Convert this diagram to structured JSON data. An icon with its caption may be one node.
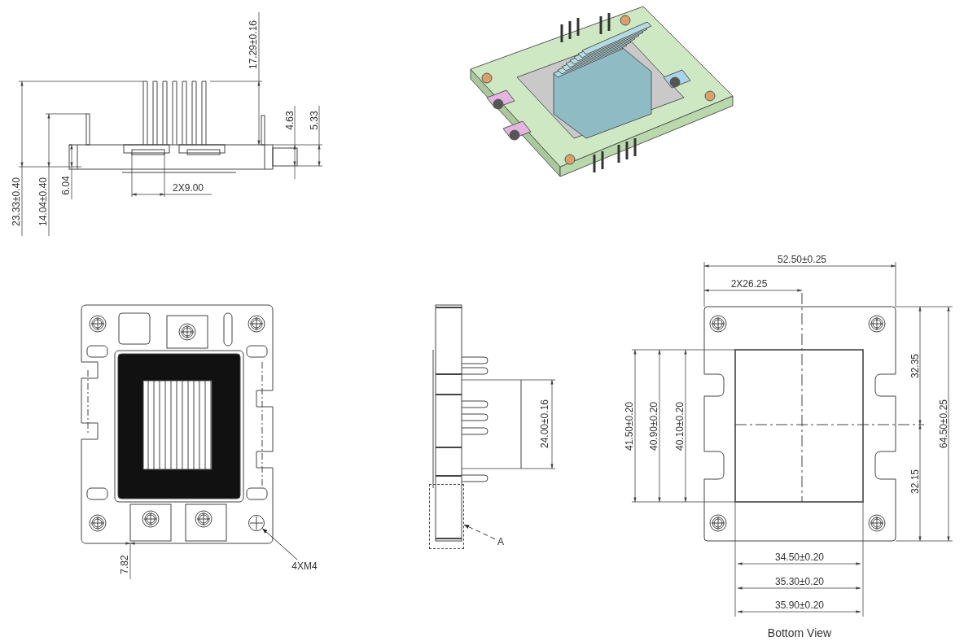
{
  "diagram": {
    "nodes": [
      {
        "text": [
          "4XM4"
        ]
      },
      {
        "text": [],
        "shape": "circle"
      },
      {
        "text": [
          "A"
        ]
      },
      {
        "text": [],
        "shape": "box"
      }
    ],
    "edges": [
      {
        "from": 0,
        "to": 1,
        "arrow": "to"
      },
      {
        "from": 2,
        "to": 3,
        "arrow": "to",
        "style": "dashed"
      }
    ],
    "labels": [
      "17.29±0.16",
      "4.63",
      "5.33",
      "23.33±0.40",
      "14.04±0.40",
      "6.04",
      "2X9.00",
      "52.50±0.25",
      "2X26.25",
      "32.35",
      "24.00±0.16",
      "41.50±0.20",
      "40.90±0.20",
      "40.10±0.20",
      "64.50±0.25",
      "32.15",
      "7.82",
      "34.50±0.20",
      "35.30±0.20",
      "35.90±0.20",
      "Bottom View"
    ]
  }
}
